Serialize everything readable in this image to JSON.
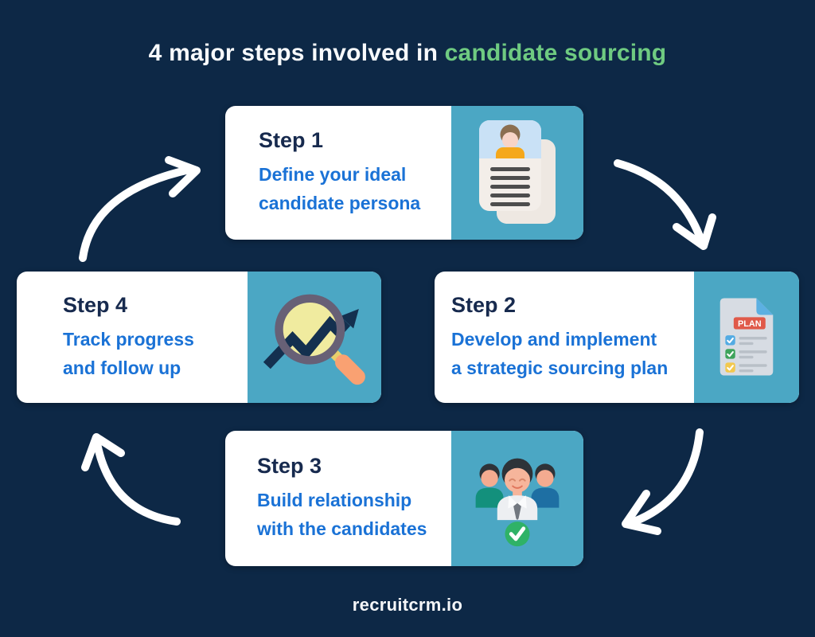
{
  "title": {
    "prefix": "4 major steps involved in",
    "highlight": "candidate sourcing"
  },
  "steps": [
    {
      "label": "Step 1",
      "line1": "Define your ideal",
      "line2": "candidate persona",
      "icon": "resume-document-icon"
    },
    {
      "label": "Step 2",
      "line1": "Develop and implement",
      "line2": "a strategic sourcing plan",
      "icon": "plan-checklist-icon",
      "badge": "PLAN"
    },
    {
      "label": "Step 3",
      "line1": "Build relationship",
      "line2": "with the candidates",
      "icon": "team-check-icon"
    },
    {
      "label": "Step 4",
      "line1": "Track progress",
      "line2": "and follow up",
      "icon": "magnifier-trend-icon"
    }
  ],
  "footer": {
    "brand": "recruitcrm.io"
  },
  "colors": {
    "background": "#0d2846",
    "title_text": "#f8fafc",
    "title_highlight": "#6fcb81",
    "step_label": "#172a4e",
    "step_description": "#1a72d6",
    "card_background": "#ffffff",
    "icon_panel_teal": "#4ba7c4",
    "arrow": "#ffffff",
    "plan_badge_red": "#e05a4a",
    "check_green": "#2fb267"
  }
}
